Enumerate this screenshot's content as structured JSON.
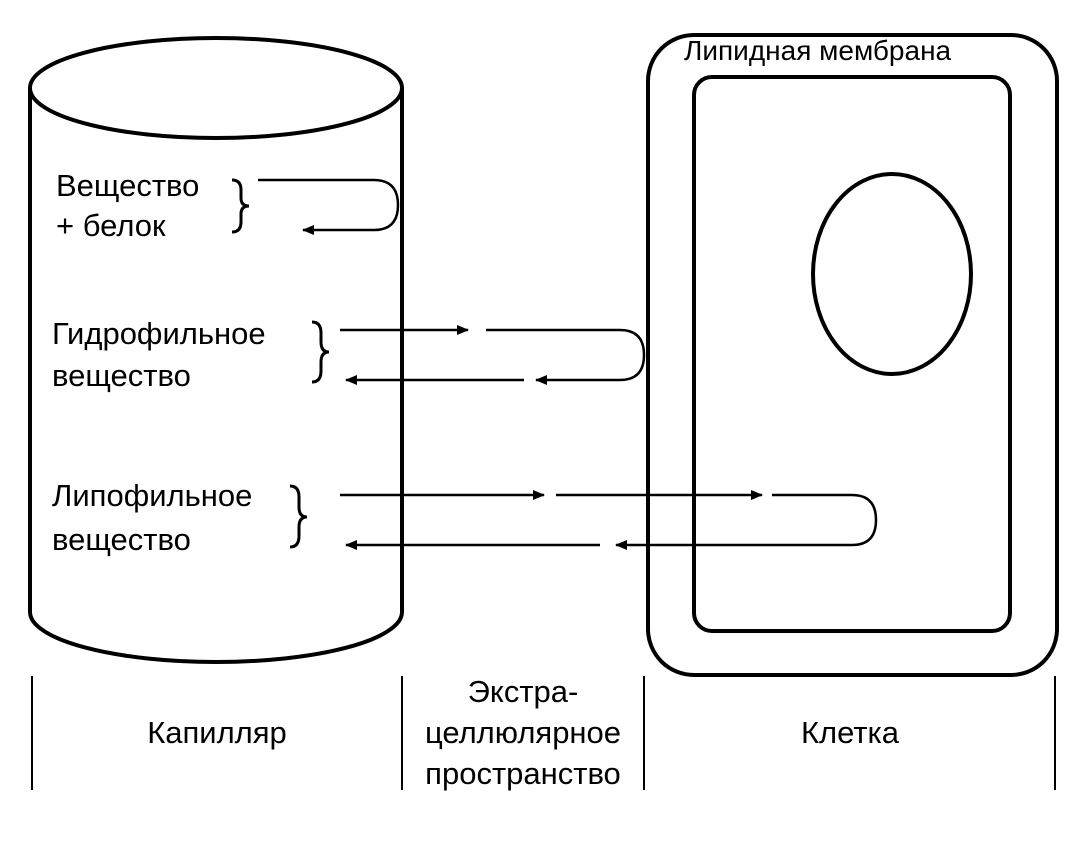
{
  "membrane_label": "Липидная мембрана",
  "substances": {
    "protein_bound": [
      "Вещество",
      "+ белок"
    ],
    "hydrophilic": [
      "Гидрофильное",
      "вещество"
    ],
    "lipophilic": [
      "Липофильное",
      "вещество"
    ]
  },
  "regions": {
    "capillary": "Капилляр",
    "extracellular": [
      "Экстра-",
      "целлюлярное",
      "пространство"
    ],
    "cell": "Клетка"
  }
}
